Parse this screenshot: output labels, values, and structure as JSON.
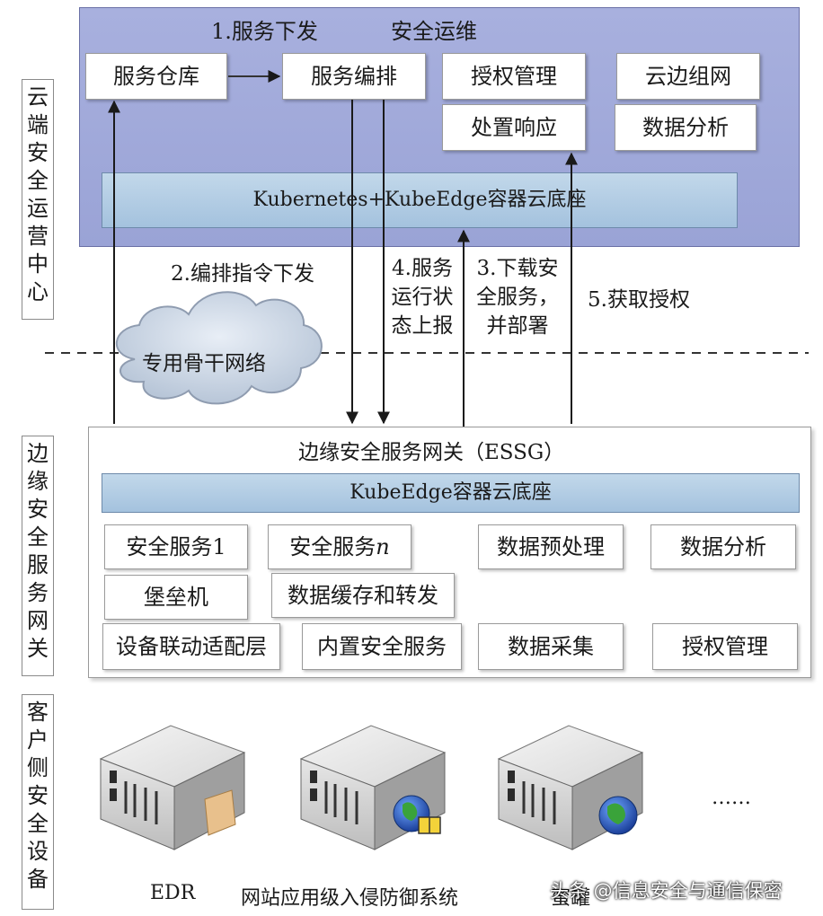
{
  "side_labels": {
    "cloud": "云端安全运营中心",
    "gateway": "边缘安全服务网关",
    "client": "客户侧安全设备"
  },
  "cloud": {
    "header_1": "1.服务下发",
    "header_2": "安全运维",
    "boxes": {
      "repo": "服务仓库",
      "orch": "服务编排",
      "auth": "授权管理",
      "edge_net": "云边组网",
      "response": "处置响应",
      "analysis": "数据分析"
    },
    "base_bar": "Kubernetes+KubeEdge容器云底座"
  },
  "network": {
    "cloud_label": "专用骨干网络",
    "label_2": "2.编排指令下发",
    "label_4": "4.服务运行状态上报",
    "label_3": "3.下载安全服务，并部署",
    "label_5": "5.获取授权"
  },
  "gateway": {
    "title": "边缘安全服务网关（ESSG）",
    "base_bar": "KubeEdge容器云底座",
    "boxes": {
      "svc1": "安全服务1",
      "svcn_prefix": "安全服务",
      "svcn_italic": "n",
      "preprocess": "数据预处理",
      "analysis": "数据分析",
      "bastion": "堡垒机",
      "cache": "数据缓存和转发",
      "adapter": "设备联动适配层",
      "builtin": "内置安全服务",
      "collect": "数据采集",
      "auth": "授权管理"
    }
  },
  "client": {
    "devices": [
      "EDR",
      "网站应用级入侵防御系统",
      "蜜罐"
    ],
    "ellipsis": "……"
  },
  "watermark": "头条 @信息安全与通信保密"
}
